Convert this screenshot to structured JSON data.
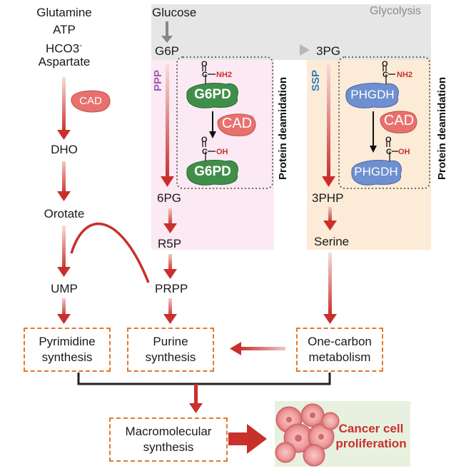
{
  "title_region": "Glycolysis",
  "left_inputs": [
    "Glutamine",
    "ATP",
    "HCO3",
    "Aspartate"
  ],
  "hco3_sup": "-",
  "pathway_left": [
    "DHO",
    "Orotate",
    "UMP"
  ],
  "glycolysis_nodes": {
    "glucose": "Glucose",
    "g6p": "G6P",
    "pg3": "3PG",
    "tiny_cad": "CAD"
  },
  "ppp": {
    "tag": "PPP",
    "nodes": [
      "6PG",
      "R5P",
      "PRPP"
    ]
  },
  "ssp": {
    "tag": "SSP",
    "nodes": [
      "3PHP",
      "Serine"
    ]
  },
  "deamidation_label": "Protein deamidation",
  "enzymes": {
    "cad": "CAD",
    "g6pd": "G6PD",
    "phgdh": "PHGDH",
    "amide_group": "NH2",
    "acid_group": "OH",
    "carbonyl_o": "O",
    "carbon": "C"
  },
  "boxes": {
    "pyrimidine": "Pyrimidine synthesis",
    "purine": "Purine synthesis",
    "one_carbon": "One-carbon metabolism",
    "macromolecular": "Macromolecular synthesis"
  },
  "outcome": "Cancer cell proliferation",
  "colors": {
    "arrow_red": "#c9302c",
    "cad_fill": "#e8716d",
    "g6pd_fill": "#3f8f4a",
    "phgdh_fill": "#6e8fd0",
    "ppp_bg": "#fbe9f3",
    "ssp_bg": "#fcebd7",
    "glycolysis_bg": "#e6e6e6",
    "box_border": "#e07a2e",
    "ppp_tag": "#a05bb5",
    "ssp_tag": "#2f7cc0",
    "outcome_text": "#c9302c",
    "outcome_bg": "#e8f0df"
  }
}
